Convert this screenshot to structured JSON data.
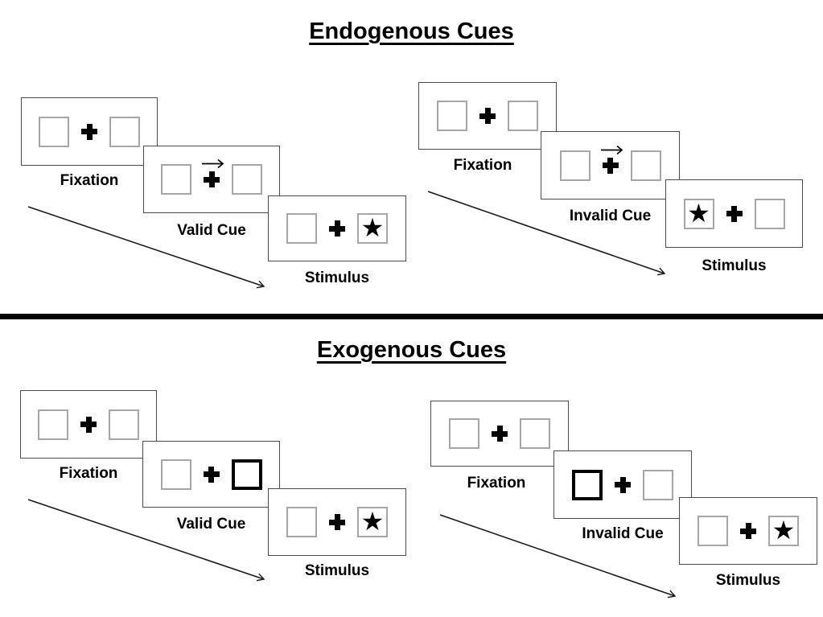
{
  "diagram": {
    "sections": [
      {
        "title": "Endogenous Cues",
        "groups": [
          {
            "name": "valid-trial",
            "panels": [
              {
                "label": "Fixation",
                "type": "fixation"
              },
              {
                "label": "Valid Cue",
                "type": "arrow-cue",
                "cue_arrow_direction": "right"
              },
              {
                "label": "Stimulus",
                "type": "stimulus",
                "star_position": "right"
              }
            ]
          },
          {
            "name": "invalid-trial",
            "panels": [
              {
                "label": "Fixation",
                "type": "fixation"
              },
              {
                "label": "Invalid Cue",
                "type": "arrow-cue",
                "cue_arrow_direction": "right"
              },
              {
                "label": "Stimulus",
                "type": "stimulus",
                "star_position": "left"
              }
            ]
          }
        ]
      },
      {
        "title": "Exogenous Cues",
        "groups": [
          {
            "name": "valid-trial",
            "panels": [
              {
                "label": "Fixation",
                "type": "fixation"
              },
              {
                "label": "Valid Cue",
                "type": "box-cue",
                "highlighted_box": "right"
              },
              {
                "label": "Stimulus",
                "type": "stimulus",
                "star_position": "right"
              }
            ]
          },
          {
            "name": "invalid-trial",
            "panels": [
              {
                "label": "Fixation",
                "type": "fixation"
              },
              {
                "label": "Invalid Cue",
                "type": "box-cue",
                "highlighted_box": "left"
              },
              {
                "label": "Stimulus",
                "type": "stimulus",
                "star_position": "right"
              }
            ]
          }
        ]
      }
    ],
    "glyphs": {
      "star": "★"
    },
    "colors": {
      "ink": "#000000",
      "panel_border": "#4a4a4a",
      "box_border": "#a6a6a6",
      "background": "#ffffff"
    }
  }
}
